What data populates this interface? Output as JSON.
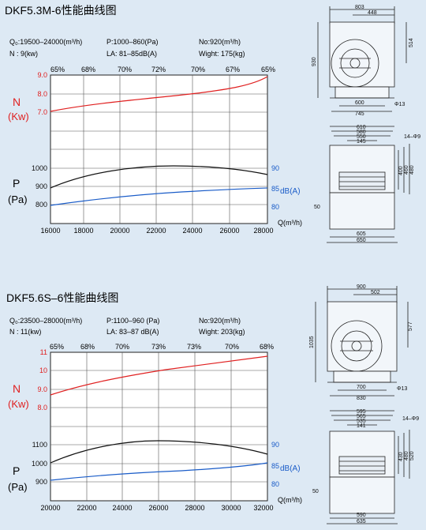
{
  "charts": [
    {
      "title": "DKF5.3M-6性能曲线图",
      "specs": {
        "q": "Q₀:19500–24000(m³/h)",
        "p": "P:1000–860(Pa)",
        "no": "No:920(m³/h)",
        "n": "N : 9(kw)",
        "la": "LA: 81–85dB(A)",
        "weight": "Wight: 175(kg)"
      },
      "eff_labels": [
        "65%",
        "68%",
        "70%",
        "72%",
        "70%",
        "67%",
        "65%"
      ],
      "n_ticks": [
        "9.0",
        "8.0",
        "7.0"
      ],
      "p_ticks": [
        "1000",
        "900",
        "800"
      ],
      "db_ticks": [
        "90",
        "85",
        "80"
      ],
      "x_ticks": [
        "16000",
        "18000",
        "20000",
        "22000",
        "24000",
        "26000",
        "28000"
      ],
      "n_label": "N",
      "n_unit": "(Kw)",
      "p_label": "P",
      "p_unit": "(Pa)",
      "db_label": "dB(A)",
      "x_label": "Q(m³/h)",
      "dims": {
        "top_w1": "803",
        "top_w2": "448",
        "height": "930",
        "right_h": "514",
        "base1": "600",
        "base2": "745",
        "hole": "Φ13",
        "side": [
          "610",
          "580",
          "550",
          "145"
        ],
        "bolt": "14–Φ9",
        "side_v": [
          "400",
          "460",
          "480"
        ],
        "flange": "50",
        "bottom": [
          "605",
          "650"
        ]
      }
    },
    {
      "title": "DKF5.6S–6性能曲线图",
      "specs": {
        "q": "Q₀:23500–28000(m³/h)",
        "p": "P:1100–960 (Pa)",
        "no": "No:920(m³/h)",
        "n": "N : 11(kw)",
        "la": "LA: 83–87 dB(A)",
        "weight": "Wight: 203(kg)"
      },
      "eff_labels": [
        "65%",
        "68%",
        "70%",
        "73%",
        "73%",
        "70%",
        "68%"
      ],
      "n_ticks": [
        "11",
        "10",
        "9.0",
        "8.0"
      ],
      "p_ticks": [
        "1100",
        "1000",
        "900"
      ],
      "db_ticks": [
        "90",
        "85",
        "80"
      ],
      "x_ticks": [
        "20000",
        "22000",
        "24000",
        "26000",
        "28000",
        "30000",
        "32000"
      ],
      "n_label": "N",
      "n_unit": "(Kw)",
      "p_label": "P",
      "p_unit": "(Pa)",
      "db_label": "dB(A)",
      "x_label": "Q(m³/h)",
      "dims": {
        "top_w1": "900",
        "top_w2": "502",
        "height": "1035",
        "right_h": "577",
        "base1": "700",
        "base2": "830",
        "hole": "Φ13",
        "side": [
          "595",
          "565",
          "535",
          "141"
        ],
        "bolt": "14–Φ9",
        "side_v": [
          "430",
          "480",
          "520"
        ],
        "flange": "50",
        "bottom": [
          "590",
          "635"
        ]
      }
    }
  ]
}
